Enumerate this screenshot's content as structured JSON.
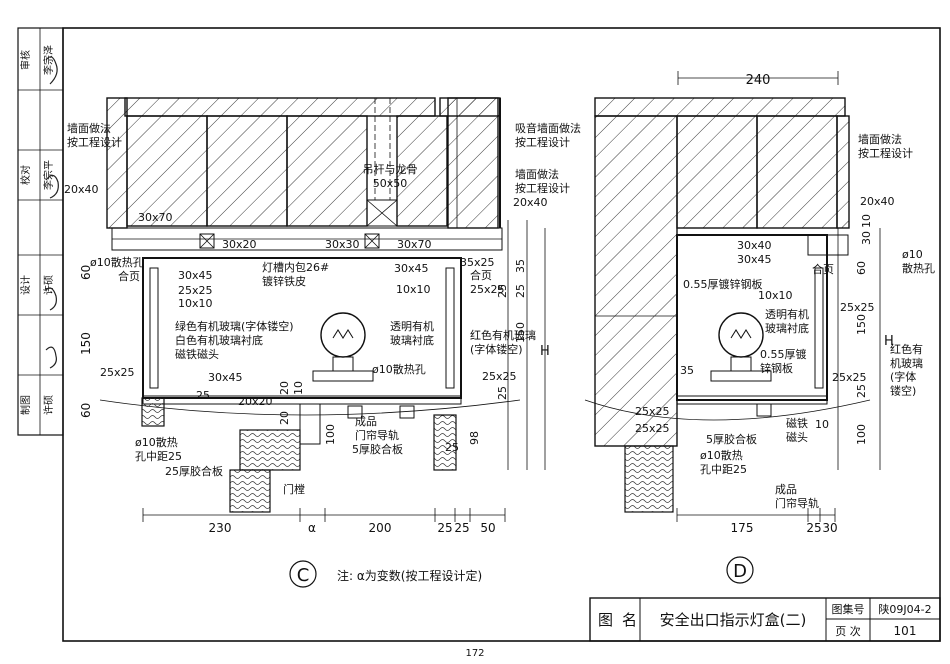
{
  "sign_column": [
    {
      "role": "审核",
      "name": "李宗泽"
    },
    {
      "role": "校对",
      "name": "李宗平"
    },
    {
      "role": "设计",
      "name": "许硕"
    },
    {
      "role": "制图",
      "name": "许硕"
    }
  ],
  "detail_c": {
    "marker": "C",
    "note": "注: α为变数(按工程设计定)",
    "labels": {
      "wall_finish": "墙面做法\n按工程设计",
      "acoustic_wall": "吸音墙面做法\n按工程设计",
      "wall_finish_2": "墙面做法\n按工程设计",
      "hanger": "吊杆与龙骨\n50x50",
      "lamp_slot": "灯槽内包26#\n镀锌铁皮",
      "vent_left": "ø10散热孔",
      "hinge_left": "合页",
      "green_glass": "绿色有机玻璃(字体镂空)",
      "white_glass": "白色有机玻璃衬底",
      "magnet": "磁铁磁头",
      "clear_glass": "透明有机\n玻璃衬底",
      "red_glass": "红色有机玻璃\n(字体镂空)",
      "vent_center": "ø10散热孔",
      "product": "成品\n门帘导轨",
      "plywood_5": "5厚胶合板",
      "vent_spacing": "ø10散热\n孔中距25",
      "plywood_25": "25厚胶合板",
      "door_frame": "门樘",
      "hinge_right": "合页"
    },
    "dims": [
      "20x40",
      "30x70",
      "30x20",
      "30x30",
      "30x70",
      "20x40",
      "30x45",
      "25x25",
      "10x10",
      "30x45",
      "35x25",
      "10x10",
      "25x25",
      "25x25",
      "30x45",
      "20x20",
      "25x25",
      "25",
      "20",
      "10",
      "20",
      "100",
      "98",
      "25",
      "150",
      "H",
      "60",
      "35",
      "25",
      "25",
      "150",
      "25",
      "60"
    ],
    "bottom_dims": [
      "230",
      "α",
      "200",
      "25",
      "25",
      "50"
    ]
  },
  "detail_d": {
    "marker": "D",
    "top_dim": "240",
    "labels": {
      "wall_finish": "墙面做法\n按工程设计",
      "steel_055": "0.55厚镀锌钢板",
      "clear_glass": "透明有机\n玻璃衬底",
      "steel_055_2": "0.55厚镀\n锌钢板",
      "vent": "ø10\n散热孔",
      "hinge": "合页",
      "red_glass": "红色有\n机玻璃\n(字体\n镂空)",
      "plywood_5": "5厚胶合板",
      "vent_spacing": "ø10散热\n孔中距25",
      "magnet": "磁铁\n磁头",
      "product": "成品\n门帘导轨"
    },
    "dims": [
      "20x40",
      "30x40",
      "30x45",
      "10x10",
      "25x25",
      "25x25",
      "35",
      "25x25",
      "25x25",
      "30",
      "10",
      "150",
      "25",
      "60",
      "H",
      "100",
      "10"
    ],
    "bottom_dims": [
      "175",
      "25",
      "30"
    ]
  },
  "title_block": {
    "label_tu": "图",
    "label_ming": "名",
    "title": "安全出口指示灯盒(二)",
    "atlas_label": "图集号",
    "atlas_no": "陕09J04-2",
    "page_label": "页 次",
    "page_no": "101"
  },
  "page_number": "172"
}
